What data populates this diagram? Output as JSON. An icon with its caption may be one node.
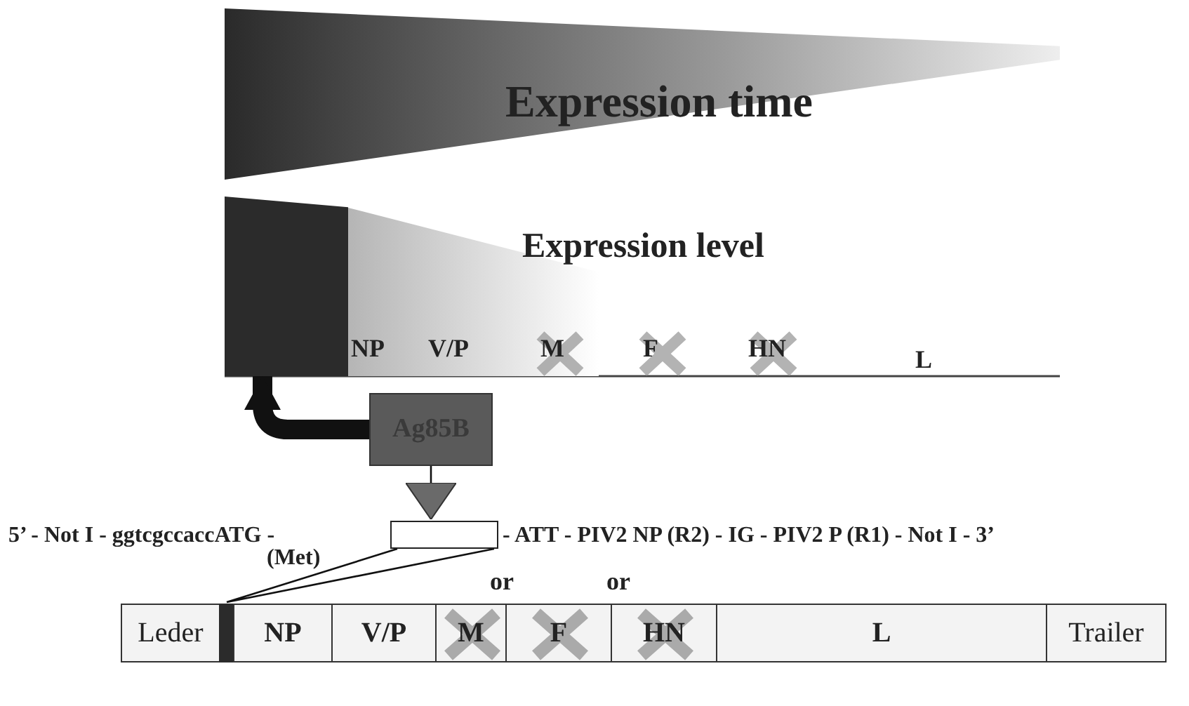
{
  "diagram": {
    "nodes": [
      {
        "text": [
          "Expression time"
        ]
      },
      {
        "text": [
          "Expression level"
        ]
      },
      {
        "text": [],
        "shape": "bar"
      },
      {
        "text": [
          "Ag85B"
        ]
      },
      {
        "text": [],
        "shape": "box"
      },
      {
        "text": [
          "Leder"
        ]
      },
      {
        "text": [],
        "shape": "bar"
      },
      {
        "text": [
          "NP"
        ]
      },
      {
        "text": [
          "V/P"
        ]
      },
      {
        "text": [
          "M"
        ]
      },
      {
        "text": [
          "F"
        ]
      },
      {
        "text": [
          "HN"
        ]
      },
      {
        "text": [
          "L"
        ]
      },
      {
        "text": [
          "Trailer"
        ]
      }
    ],
    "edges": [
      {
        "from": 3,
        "to": 2,
        "arrow": "to",
        "style": "thick"
      },
      {
        "from": 3,
        "to": 4,
        "arrow": "to"
      },
      {
        "from": 4,
        "to": 6,
        "arrow": "none"
      }
    ],
    "labels": [
      "NP",
      "V/P",
      "M",
      "F",
      "HN",
      "L",
      "5’ - Not I - ggtcgccaccATG -",
      "- ATT - PIV2 NP (R2) - IG - PIV2 P (R1) - Not I - 3’",
      "(Met)",
      "or",
      "or"
    ]
  }
}
